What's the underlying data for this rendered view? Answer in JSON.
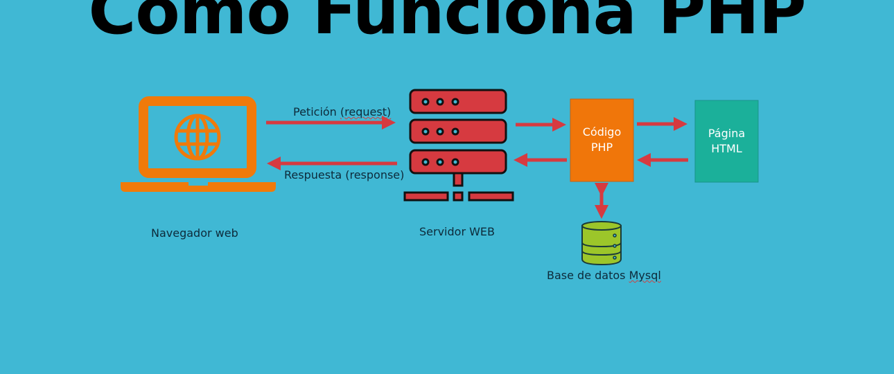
{
  "title": "Como Funciona PHP",
  "nodes": {
    "browser": {
      "label": "Navegador web",
      "icon": "laptop-globe-icon",
      "color": "#f07a0a"
    },
    "server": {
      "label": "Servidor WEB",
      "icon": "server-rack-icon",
      "color": "#d63a40"
    },
    "php": {
      "line1": "Código",
      "line2": "PHP",
      "color": "#f0760a"
    },
    "html": {
      "line1": "Página",
      "line2": "HTML",
      "color": "#1bb09a"
    },
    "database": {
      "label_prefix": "Base de datos ",
      "label_word": "Mysql",
      "icon": "database-icon",
      "color": "#9cc62a"
    }
  },
  "edges": {
    "request": {
      "prefix": "Petición ",
      "word": "(request)"
    },
    "response": {
      "label": "Respuesta (response)"
    }
  },
  "colors": {
    "background": "#40b8d4",
    "arrow": "#d63a40"
  }
}
